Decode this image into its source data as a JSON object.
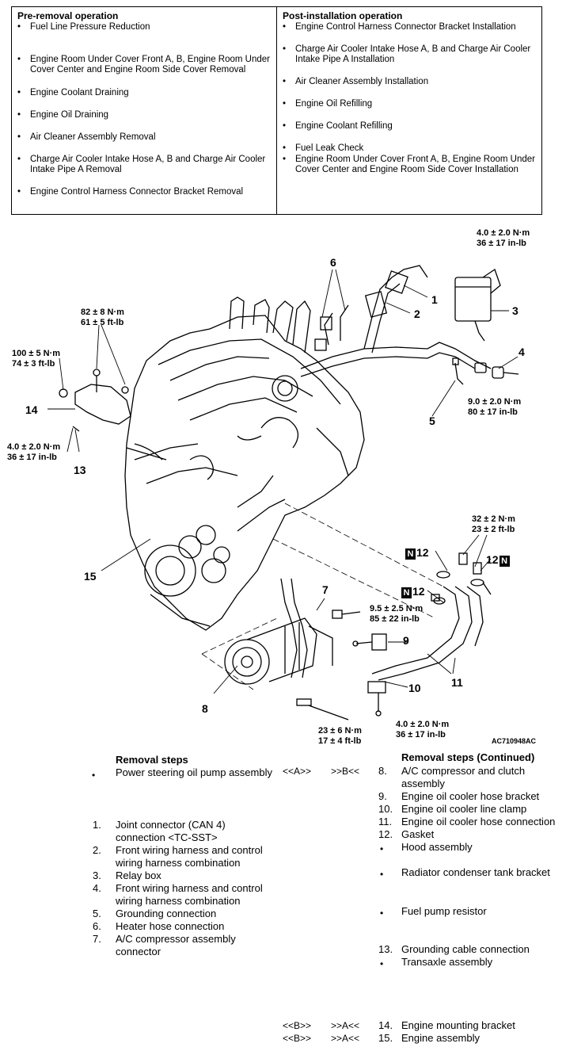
{
  "pre_removal": {
    "title": "Pre-removal operation",
    "items": [
      "Fuel Line Pressure Reduction",
      "Engine Room Under Cover Front A, B, Engine Room Under Cover Center and Engine Room Side Cover Removal",
      "Engine Coolant Draining",
      "Engine Oil Draining",
      "Air Cleaner Assembly Removal",
      "Charge Air Cooler Intake Hose A, B and Charge Air Cooler Intake Pipe A Removal",
      "Engine Control Harness Connector Bracket Removal"
    ]
  },
  "post_installation": {
    "title": "Post-installation operation",
    "items": [
      "Engine Control Harness Connector Bracket Installation",
      "Charge Air Cooler Intake Hose A, B and Charge Air Cooler Intake Pipe A Installation",
      "Air Cleaner Assembly Installation",
      "Engine Oil Refilling",
      "Engine Coolant Refilling",
      "Fuel Leak Check",
      "Engine Room Under Cover Front A, B, Engine Room Under Cover Center and Engine Room Side Cover Installation"
    ]
  },
  "diagram": {
    "torques": {
      "t1": [
        "4.0 ± 2.0 N·m",
        "36 ± 17 in-lb"
      ],
      "t2": [
        "82 ± 8 N·m",
        "61 ± 5 ft-lb"
      ],
      "t3": [
        "100 ± 5 N·m",
        "74 ± 3 ft-lb"
      ],
      "t4": [
        "4.0 ± 2.0 N·m",
        "36 ± 17 in-lb"
      ],
      "t5": [
        "9.0 ± 2.0 N·m",
        "80 ± 17 in-lb"
      ],
      "t6": [
        "32 ± 2 N·m",
        "23 ± 2 ft-lb"
      ],
      "t7": [
        "9.5 ± 2.5 N·m",
        "85 ± 22 in-lb"
      ],
      "t8": [
        "23 ± 6 N·m",
        "17 ± 4 ft-lb"
      ],
      "t9": [
        "4.0 ± 2.0 N·m",
        "36 ± 17 in-lb"
      ]
    },
    "callouts": {
      "c1": "1",
      "c2": "2",
      "c3": "3",
      "c4": "4",
      "c5": "5",
      "c6": "6",
      "c7": "7",
      "c8": "8",
      "c9": "9",
      "c10": "10",
      "c11": "11",
      "c12a": "12",
      "c12b": "12",
      "c12c": "12",
      "c13": "13",
      "c14": "14",
      "c15": "15"
    },
    "new_part_mark": "N",
    "figure_id": "AC710948AC"
  },
  "removal_steps": {
    "heading": "Removal steps",
    "heading_continued": "Removal steps (Continued)",
    "left": [
      {
        "num": "•",
        "label": "Power steering oil pump assembly"
      },
      {
        "num": "1.",
        "label": "Joint connector (CAN 4) connection <TC-SST>"
      },
      {
        "num": "2.",
        "label": "Front wiring harness and control wiring harness combination"
      },
      {
        "num": "3.",
        "label": "Relay box"
      },
      {
        "num": "4.",
        "label": "Front wiring harness and control wiring harness combination"
      },
      {
        "num": "5.",
        "label": "Grounding connection"
      },
      {
        "num": "6.",
        "label": "Heater hose connection"
      },
      {
        "num": "7.",
        "label": "A/C compressor assembly connector"
      }
    ],
    "right": [
      {
        "num": "8.",
        "label": "A/C compressor and clutch assembly"
      },
      {
        "num": "9.",
        "label": "Engine oil cooler hose bracket"
      },
      {
        "num": "10.",
        "label": "Engine oil cooler line clamp"
      },
      {
        "num": "11.",
        "label": "Engine oil cooler hose connection"
      },
      {
        "num": "12.",
        "label": "Gasket"
      },
      {
        "num": "•",
        "label": "Hood assembly"
      },
      {
        "num": "•",
        "label": "Radiator condenser tank bracket"
      },
      {
        "num": "•",
        "label": "Fuel pump resistor"
      },
      {
        "num": "13.",
        "label": "Grounding cable connection"
      },
      {
        "num": "•",
        "label": "Transaxle assembly"
      },
      {
        "num": "14.",
        "label": "Engine mounting bracket"
      },
      {
        "num": "15.",
        "label": "Engine assembly"
      }
    ],
    "codes": {
      "psp_removal": "<<A>>",
      "psp_install": ">>B<<",
      "bracket_removal": "<<B>>",
      "bracket_install": ">>A<<",
      "engine_removal": "<<B>>",
      "engine_install": ">>A<<"
    }
  }
}
